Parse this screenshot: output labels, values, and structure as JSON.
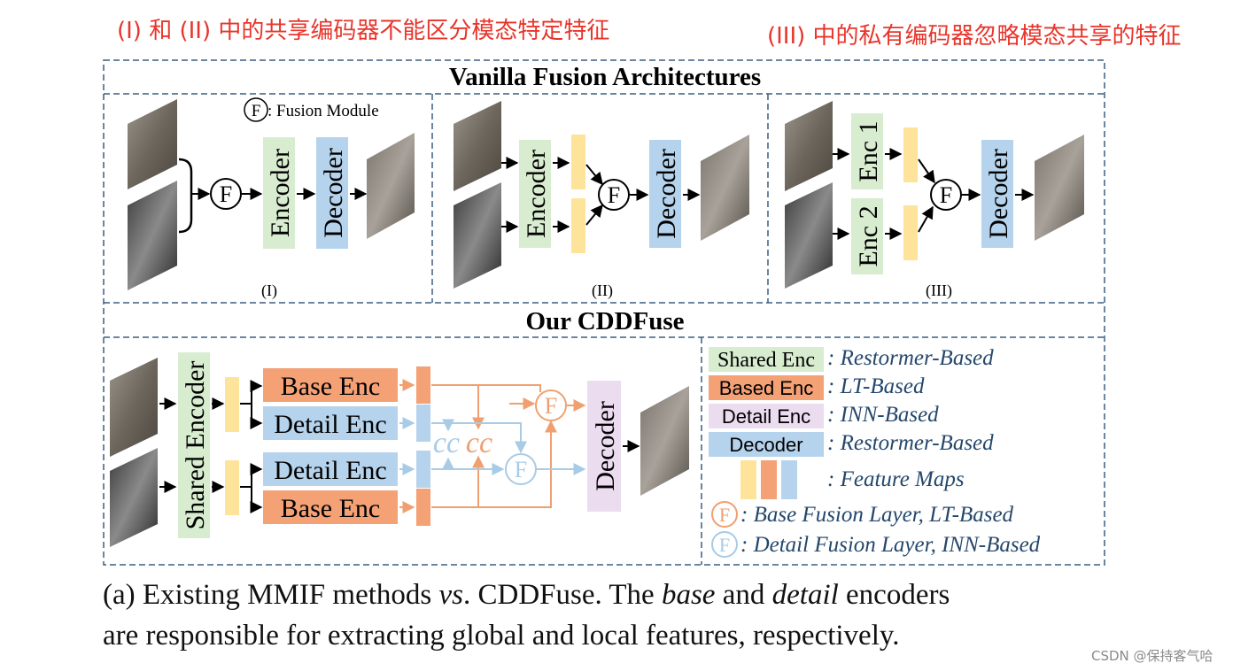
{
  "annotations": {
    "top_left": "(I) 和 (II) 中的共享编码器不能区分模态特定特征",
    "top_right": "(III) 中的私有编码器忽略模态共享的特征"
  },
  "vanilla": {
    "title": "Vanilla Fusion Architectures",
    "fusion_legend_symbol": "F",
    "fusion_legend_text": ": Fusion Module",
    "panel_I": {
      "label": "(I)",
      "encoder": "Encoder",
      "decoder": "Decoder",
      "fusion": "F"
    },
    "panel_II": {
      "label": "(II)",
      "encoder": "Encoder",
      "decoder": "Decoder",
      "fusion": "F"
    },
    "panel_III": {
      "label": "(III)",
      "enc1": "Enc 1",
      "enc2": "Enc 2",
      "decoder": "Decoder",
      "fusion": "F"
    }
  },
  "cddfuse": {
    "title": "Our CDDFuse",
    "shared_encoder": "Shared Encoder",
    "base_enc": "Base Enc",
    "detail_enc": "Detail Enc",
    "decoder": "Decoder",
    "fusion": "F",
    "cc": "cc"
  },
  "legend": {
    "shared_enc": {
      "key": "Shared Enc",
      "desc": ": Restormer-Based"
    },
    "based_enc": {
      "key": "Based Enc",
      "desc": ": LT-Based"
    },
    "detail_enc": {
      "key": "Detail Enc",
      "desc": ": INN-Based"
    },
    "decoder": {
      "key": "Decoder",
      "desc": ": Restormer-Based"
    },
    "feature_maps": {
      "desc": ": Feature Maps"
    },
    "base_fusion": {
      "symbol": "F",
      "desc": ": Base Fusion Layer, LT-Based"
    },
    "detail_fusion": {
      "symbol": "F",
      "desc": ": Detail Fusion Layer, INN-Based"
    }
  },
  "caption": {
    "line1_a": "(a) Existing MMIF methods ",
    "line1_b": "vs",
    "line1_c": ". CDDFuse. The ",
    "line1_d": "base",
    "line1_e": " and ",
    "line1_f": "detail",
    "line1_g": " encoders",
    "line2": "are responsible for extracting global and local features, respectively."
  },
  "watermark": "CSDN @保持客气哈",
  "colors": {
    "annotation_red": "#e8352b",
    "enc_green": "#d8ecd0",
    "dec_blue": "#b5d3ec",
    "base_orange": "#f4a176",
    "detail_pink": "#ecdcf0",
    "feature_yellow": "#fde49a",
    "arrow_orange": "#f0a070",
    "arrow_blue": "#a8cbe6",
    "legend_text": "#24476b",
    "dashed_border": "#3b5f82"
  }
}
